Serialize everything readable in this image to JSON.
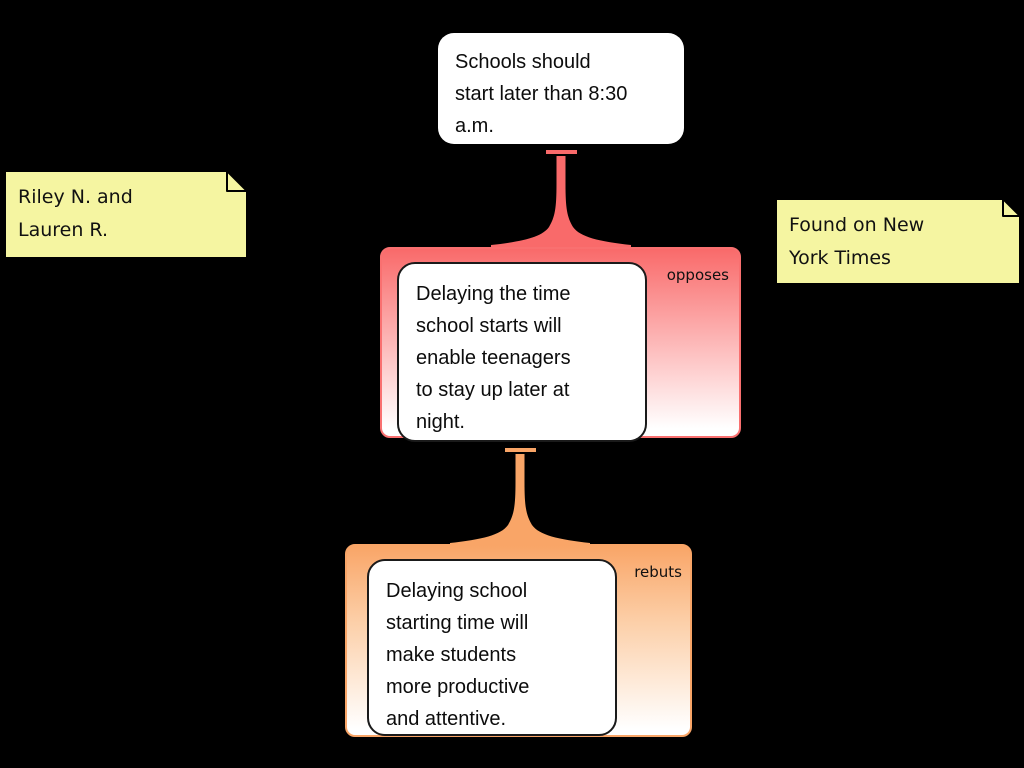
{
  "app": {
    "background": "#000000",
    "description_labels": {
      "opposes": "opposes",
      "rebuts": "rebuts"
    }
  },
  "claim": {
    "text": "Schools should start later than 8:30 a.m.",
    "lines": [
      "Schools should",
      "start later than 8:30",
      "a.m."
    ]
  },
  "panels": {
    "opposes": {
      "label": "opposes",
      "color": "#F96A6A",
      "node": {
        "text": "Delaying the time school starts will enable teenagers to stay up later at night.",
        "lines": [
          "Delaying the time",
          "school starts will",
          "enable teenagers",
          "to stay up later at",
          "night."
        ]
      }
    },
    "rebuts": {
      "label": "rebuts",
      "color": "#F9A567",
      "node": {
        "text": "Delaying school starting time will make students more productive and attentive.",
        "lines": [
          "Delaying school",
          "starting time will",
          "make students",
          "more productive",
          "and attentive."
        ]
      }
    }
  },
  "connectors": {
    "opposes": {
      "color": "#F96A6A"
    },
    "rebuts": {
      "color": "#F9A567"
    }
  },
  "sticky_notes": {
    "authors": {
      "color": "#F5F5A1",
      "text": "Riley N. and Lauren R.",
      "lines": [
        "Riley N. and",
        "Lauren R."
      ]
    },
    "source": {
      "color": "#F5F5A1",
      "text": "Found on New York Times",
      "lines": [
        "Found on New",
        "York Times"
      ]
    }
  }
}
